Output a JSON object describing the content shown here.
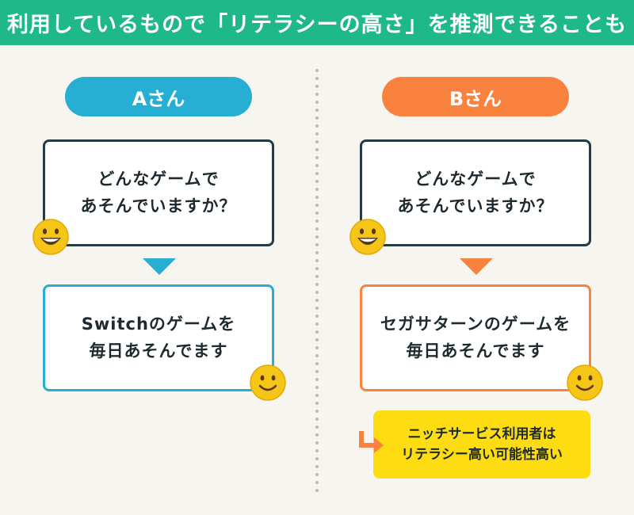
{
  "header": {
    "title": "利用しているもので「リテラシーの高さ」を推測できることも"
  },
  "person_a": {
    "label": "Aさん",
    "question_line1": "どんなゲームで",
    "question_line2": "あそんでいますか？",
    "answer_line1": "Switchのゲームを",
    "answer_line2": "毎日あそんでます",
    "color": "#27aed3"
  },
  "person_b": {
    "label": "Bさん",
    "question_line1": "どんなゲームで",
    "question_line2": "あそんでいますか？",
    "answer_line1": "セガサターンのゲームを",
    "answer_line2": "毎日あそんでます",
    "color": "#f8823e"
  },
  "note": {
    "line1": "ニッチサービス利用者は",
    "line2": "リテラシー高い可能性高い",
    "color": "#fddd12"
  },
  "colors": {
    "header": "#1fb889",
    "background": "#f7f5ef",
    "question_border": "#253a45",
    "emoji": "#f5c518"
  },
  "icons": {
    "asker": "grinning-face-icon",
    "responder": "smiling-face-icon",
    "flow": "triangle-down-icon",
    "note": "bent-arrow-right-icon"
  }
}
